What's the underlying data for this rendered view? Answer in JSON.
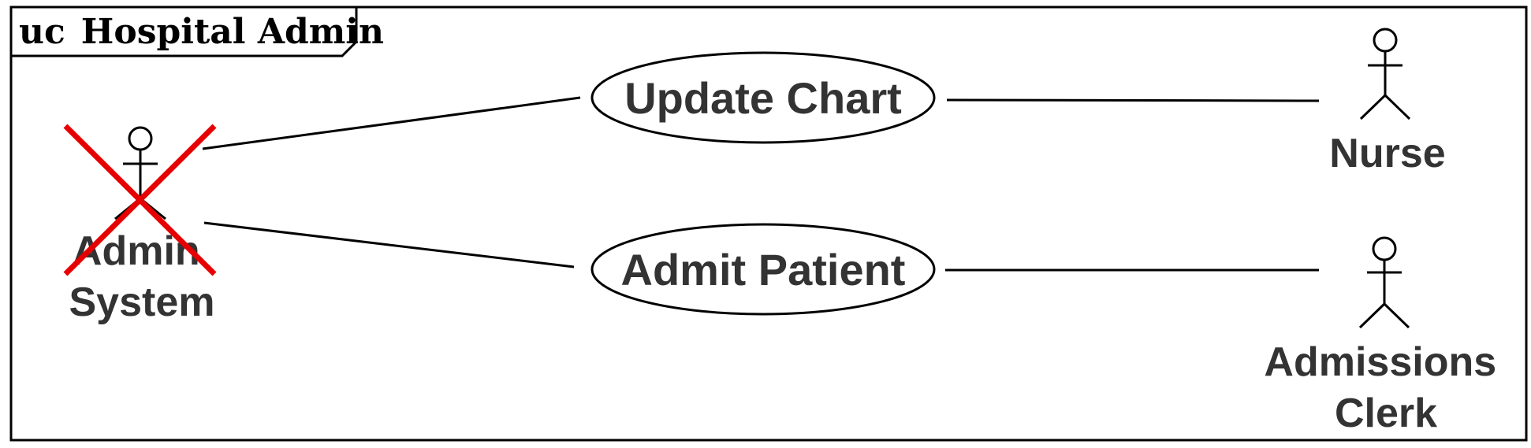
{
  "frame": {
    "keyword": "uc",
    "name": "Hospital Admin"
  },
  "use_cases": {
    "update_chart": "Update Chart",
    "admit_patient": "Admit Patient"
  },
  "actors": {
    "admin_system": {
      "line1": "Admin",
      "line2": "System",
      "status": "removed"
    },
    "nurse": {
      "line1": "Nurse"
    },
    "admissions_clerk": {
      "line1": "Admissions",
      "line2": "Clerk"
    }
  },
  "colors": {
    "stroke": "#000000",
    "text": "#333333",
    "strike": "#e60000"
  }
}
